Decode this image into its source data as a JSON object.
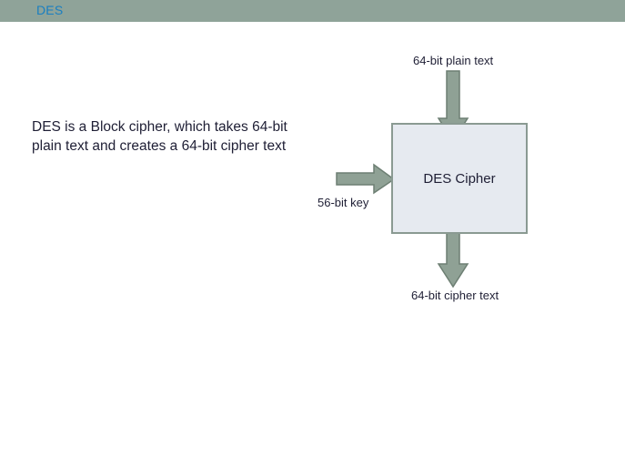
{
  "header": {
    "tab_label": "DES",
    "bar_color": "#8fa399",
    "tab_text_color": "#1a7fc1"
  },
  "slide": {
    "description": "DES is a Block cipher, which takes 64-bit plain text and creates a 64-bit cipher text",
    "diagram": {
      "box_label": "DES Cipher",
      "box_fill_color": "#e6eaf0",
      "box_border_color": "#8a9a92",
      "arrow_fill_color": "#8fa195",
      "arrow_border_color": "#6d7f73",
      "input_label": "64-bit plain text",
      "key_label": "56-bit key",
      "output_label": "64-bit cipher text"
    }
  }
}
